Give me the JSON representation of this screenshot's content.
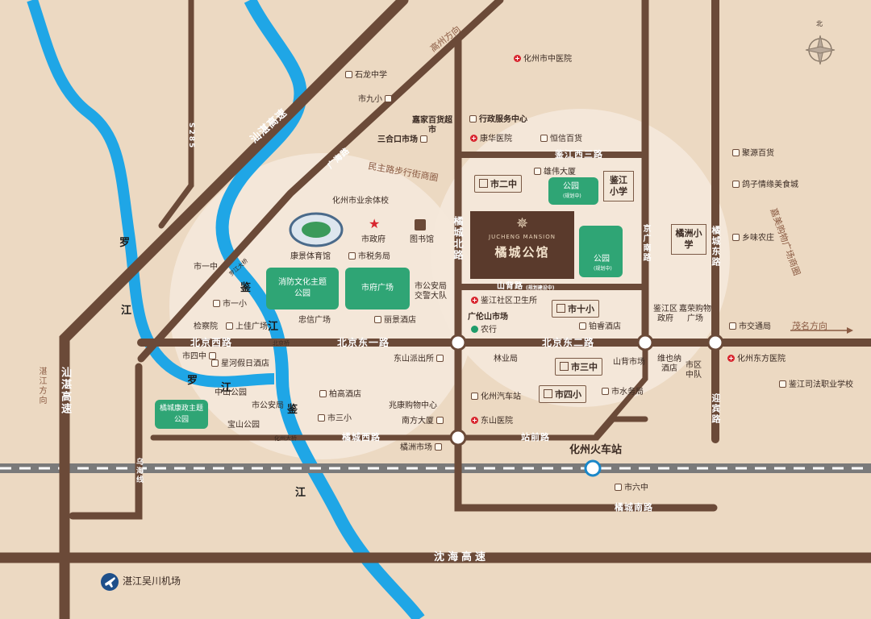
{
  "roads": {
    "shanzhan_expressway_ne": "汕湛高速",
    "guanghai_road": "广海路",
    "s285": "S285",
    "beijing_west": "北京西路",
    "beijing_east1": "北京东一路",
    "beijing_east2": "北京东二路",
    "jujiang_west3": "鉴江西三路",
    "jucheng_north": "橘城北路",
    "shanbei_road": "山背路",
    "shanbei_note": "(规划建设中)",
    "jingguang_south": "京广南路",
    "jucheng_east": "橘城东路",
    "yingbin_road": "迎宾路",
    "jucheng_west": "橘城西路",
    "zhanqian_road": "站前路",
    "jucheng_south": "橘城南路",
    "shenhai_expressway": "沈海高速",
    "shanzhan_expressway_left": "汕湛高速",
    "wuhai_line": "乌海线",
    "beijing_bridge": "北京桥",
    "hezhou_bridge": "化州大桥",
    "luojiang_bridge": "罗江大桥"
  },
  "directions": {
    "gaozhou": "高州方向",
    "maoming": "茂名方向",
    "zhanjiang": "湛江方向",
    "north": "北"
  },
  "rivers": {
    "luojiang": [
      "罗",
      "江"
    ],
    "luojiang2": [
      "罗",
      "江"
    ],
    "jianjiang": [
      "鉴",
      "江",
      "鉴",
      "江"
    ]
  },
  "walkstreets": {
    "minzhu": "民主路步行街商圈",
    "jiamei": "嘉美购物广场商圈"
  },
  "project": {
    "logo": "✵",
    "name_en": "JUCHENG MANSION",
    "name_cn": "橘城公馆"
  },
  "schools": {
    "shierzhong": "市二中",
    "shishixiao": "市十小",
    "shisanzhong": "市三中",
    "shisixiao": "市四小",
    "jianjiang_primary": "鉴江小学",
    "jucheng_primary": "橘洲小学"
  },
  "parks": {
    "xiaofang": "消防文化主题公园",
    "shifu_square": "市府广场",
    "kangzheng": "橘城康政主题公园",
    "park1": "公园",
    "park1_note": "(规划中)",
    "park2": "公园",
    "park2_note": "(规划中)"
  },
  "pois": [
    {
      "name": "石龙中学",
      "type": "poi"
    },
    {
      "name": "市九小",
      "type": "poi"
    },
    {
      "name": "化州市中医院",
      "type": "med"
    },
    {
      "name": "嘉家百货超市",
      "type": "poi"
    },
    {
      "name": "三合口市场",
      "type": "poi"
    },
    {
      "name": "行政服务中心",
      "type": "poi"
    },
    {
      "name": "康华医院",
      "type": "med"
    },
    {
      "name": "恒信百货",
      "type": "poi"
    },
    {
      "name": "化州市业余体校",
      "type": "poi"
    },
    {
      "name": "市政府",
      "type": "star"
    },
    {
      "name": "图书馆",
      "type": "poi"
    },
    {
      "name": "康景体育馆",
      "type": "poi"
    },
    {
      "name": "市税务局",
      "type": "poi"
    },
    {
      "name": "市一中",
      "type": "poi"
    },
    {
      "name": "市一小",
      "type": "poi"
    },
    {
      "name": "检察院",
      "type": "poi"
    },
    {
      "name": "上佳广场",
      "type": "poi"
    },
    {
      "name": "忠信广场",
      "type": "poi"
    },
    {
      "name": "丽景酒店",
      "type": "poi"
    },
    {
      "name": "市公安局交警大队",
      "type": "poi"
    },
    {
      "name": "鉴江社区卫生所",
      "type": "med"
    },
    {
      "name": "广伦山市场",
      "type": "poi"
    },
    {
      "name": "农行",
      "type": "bank"
    },
    {
      "name": "雄伟大厦",
      "type": "poi"
    },
    {
      "name": "聚源百货",
      "type": "poi"
    },
    {
      "name": "鸽子情缘美食城",
      "type": "poi"
    },
    {
      "name": "乡味农庄",
      "type": "poi"
    },
    {
      "name": "铂睿酒店",
      "type": "poi"
    },
    {
      "name": "鉴江区政府",
      "type": "poi"
    },
    {
      "name": "嘉荣购物广场",
      "type": "poi"
    },
    {
      "name": "市交通局",
      "type": "poi"
    },
    {
      "name": "化州东方医院",
      "type": "med"
    },
    {
      "name": "鉴江司法职业学校",
      "type": "poi"
    },
    {
      "name": "市四中",
      "type": "poi"
    },
    {
      "name": "星河假日酒店",
      "type": "poi"
    },
    {
      "name": "东山派出所",
      "type": "poi"
    },
    {
      "name": "林业局",
      "type": "poi"
    },
    {
      "name": "山背市场",
      "type": "poi"
    },
    {
      "name": "维也纳酒店",
      "type": "poi"
    },
    {
      "name": "市区中队",
      "type": "poi"
    },
    {
      "name": "中山公园",
      "type": "tree"
    },
    {
      "name": "柏高酒店",
      "type": "poi"
    },
    {
      "name": "化州汽车站",
      "type": "poi"
    },
    {
      "name": "市水务局",
      "type": "poi"
    },
    {
      "name": "市公安局",
      "type": "poi"
    },
    {
      "name": "兆康购物中心",
      "type": "poi"
    },
    {
      "name": "市三小",
      "type": "poi"
    },
    {
      "name": "南方大厦",
      "type": "poi"
    },
    {
      "name": "东山医院",
      "type": "med"
    },
    {
      "name": "宝山公园",
      "type": "tree"
    },
    {
      "name": "橘洲市场",
      "type": "poi"
    },
    {
      "name": "市六中",
      "type": "poi"
    }
  ],
  "station": "化州火车站",
  "airport": "湛江吴川机场",
  "colors": {
    "road": "#6b4a38",
    "river": "#1fa6e6",
    "park": "#2fa575",
    "background": "#ecd9c2",
    "circle": "#f6ece0"
  }
}
